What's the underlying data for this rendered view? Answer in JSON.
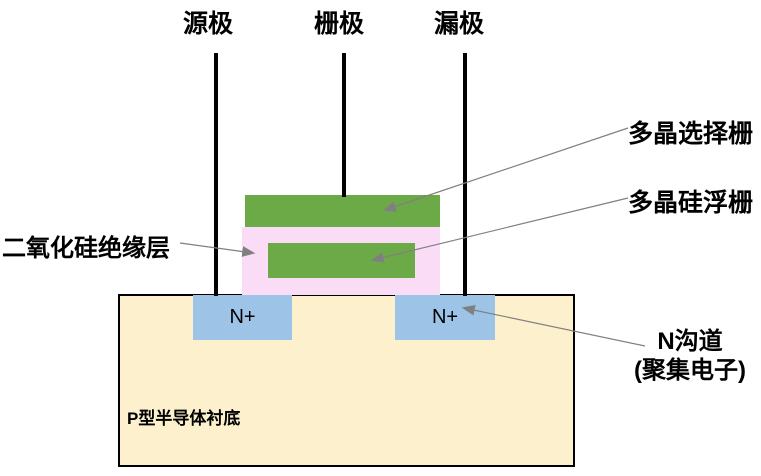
{
  "diagram": {
    "electrodes": [
      {
        "id": "source",
        "label": "源极"
      },
      {
        "id": "gate",
        "label": "栅极"
      },
      {
        "id": "drain",
        "label": "漏极"
      }
    ],
    "callouts": {
      "select_gate": "多晶选择栅",
      "floating_gate": "多晶硅浮栅",
      "oxide": "二氧化硅绝缘层",
      "n_channel_line1": "N沟道",
      "n_channel_line2": "(聚集电子)"
    },
    "regions": {
      "substrate_label": "P型半导体衬底",
      "n_plus_left": "N+",
      "n_plus_right": "N+"
    },
    "palette": {
      "gate-green": "#6BAA46",
      "oxide-pink": "#FBDCF7",
      "n-plus-blue": "#9DC3E6",
      "substrate-cream": "#FDF0CD",
      "electrode-black": "#000000",
      "arrow-gray": "#808080"
    }
  }
}
